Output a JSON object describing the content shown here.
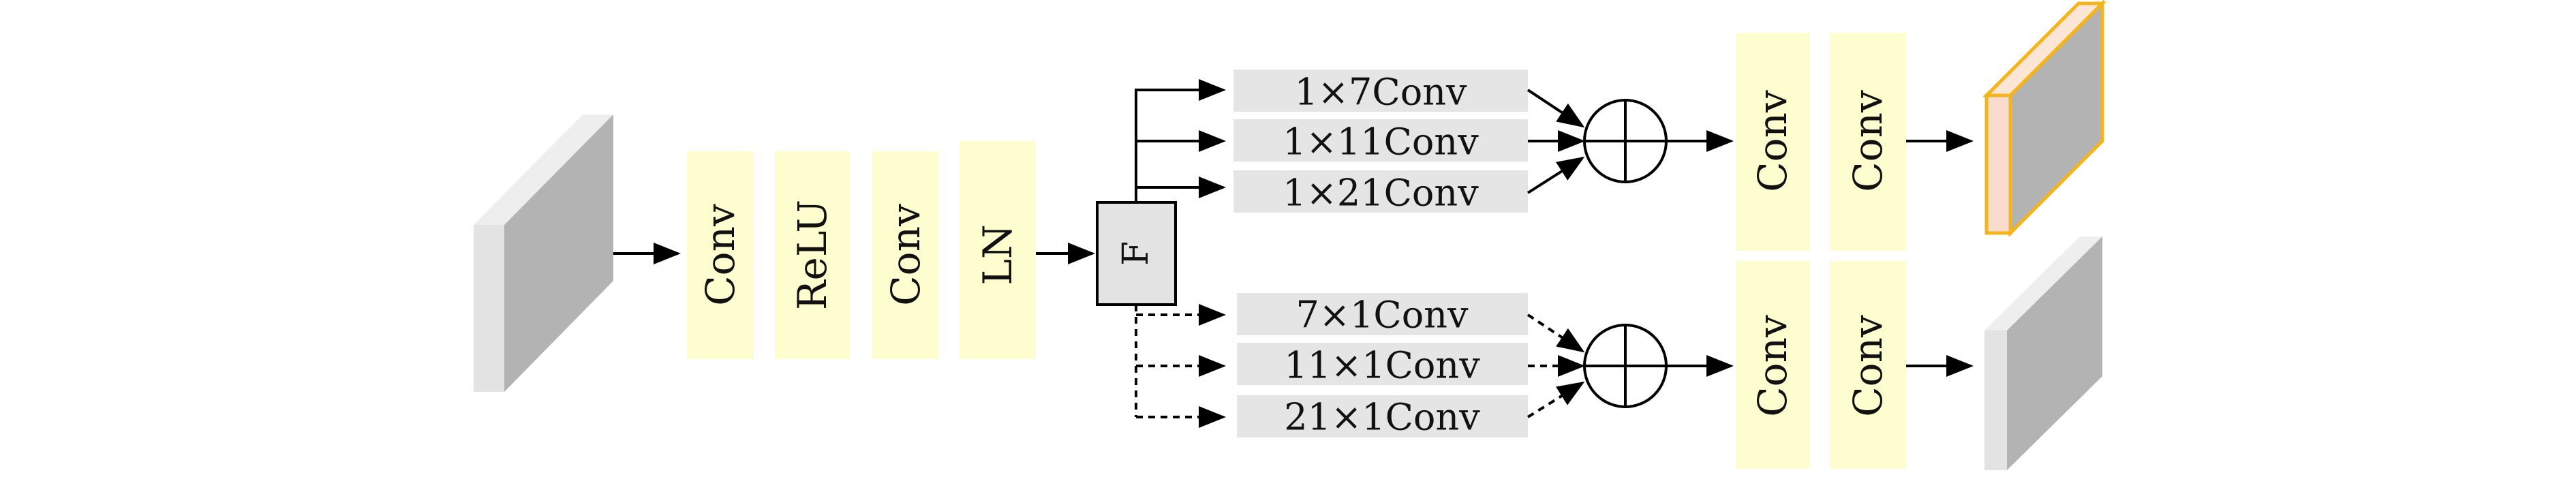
{
  "diagram": {
    "stem_blocks": [
      "Conv",
      "ReLU",
      "Conv",
      "LN"
    ],
    "fork_label": "F",
    "upper_branch": [
      "1×7Conv",
      "1×11Conv",
      "1×21Conv"
    ],
    "lower_branch": [
      "7×1Conv",
      "11×1Conv",
      "21×1Conv"
    ],
    "upper_head": [
      "Conv",
      "Conv"
    ],
    "lower_head": [
      "Conv",
      "Conv"
    ],
    "colors": {
      "block_fill": "#fdfdcf",
      "branch_fill": "#e5e5e5",
      "fork_fill": "#e3e3e3",
      "feature_face": "#b3b3b3",
      "feature_side": "#e3e3e3",
      "highlight_outline": "#f4b41c",
      "highlight_side": "#f9dccd",
      "line": "#000000"
    }
  }
}
